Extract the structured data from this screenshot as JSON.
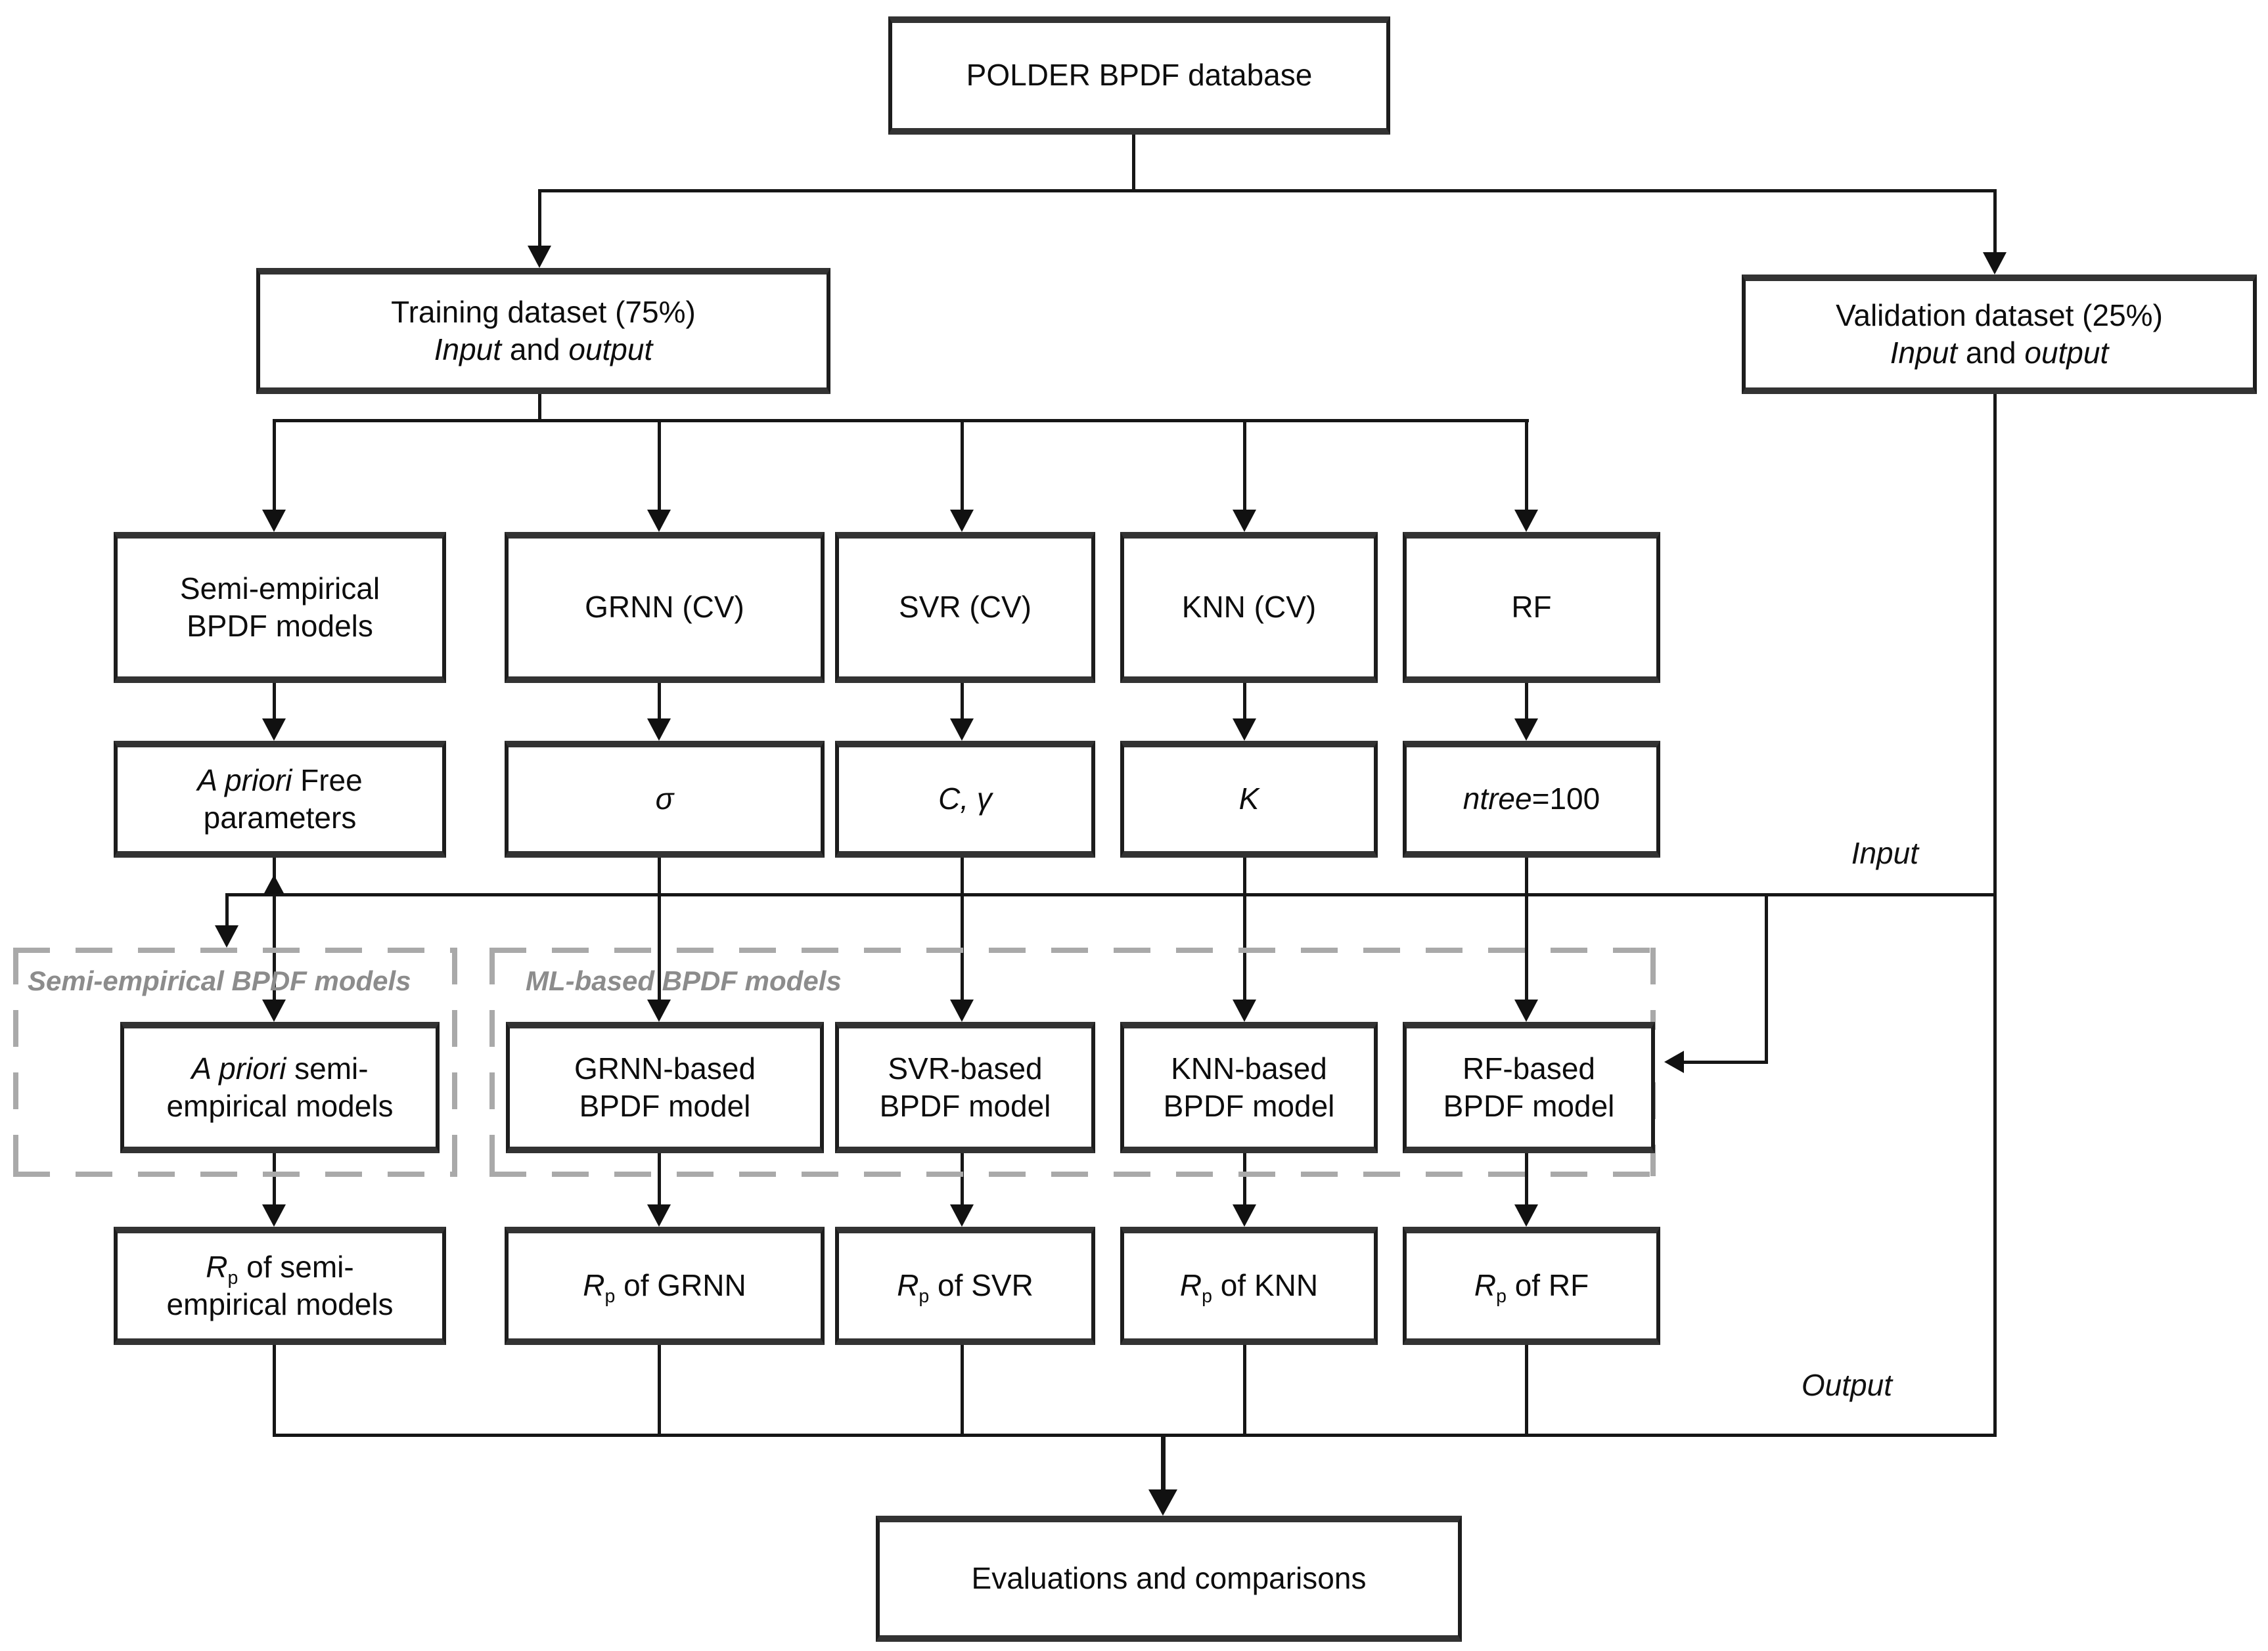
{
  "colors": {
    "line": "#161616",
    "box_border": "#2d2d2d",
    "dashed_border": "#a9a9a9",
    "group_label_gray": "#8c8c8c"
  },
  "nodes": {
    "polder": {
      "text": "POLDER BPDF database"
    },
    "training": {
      "line1": "Training dataset (75%)",
      "line2": [
        {
          "t": "Input"
        },
        {
          "t": " and "
        },
        {
          "t": "output"
        }
      ]
    },
    "validation": {
      "line1": "Validation dataset (25%)",
      "line2": [
        {
          "t": "Input"
        },
        {
          "t": " and "
        },
        {
          "t": "output"
        }
      ]
    },
    "methods": {
      "semi": {
        "line1": "Semi-empirical",
        "line2": "BPDF models"
      },
      "grnn": {
        "text": "GRNN (CV)"
      },
      "svr": {
        "text": "SVR (CV)"
      },
      "knn": {
        "text": "KNN (CV)"
      },
      "rf": {
        "text": "RF"
      }
    },
    "params": {
      "semi": {
        "line1": [
          {
            "t": "A priori"
          },
          {
            "t": " Free"
          }
        ],
        "line2": "parameters"
      },
      "grnn": {
        "text": "σ"
      },
      "svr": {
        "text": "C, γ"
      },
      "knn": {
        "text": "K"
      },
      "rf": [
        {
          "t": "ntree"
        },
        {
          "t": "=100"
        }
      ]
    },
    "models": {
      "semi": {
        "line1": [
          {
            "t": "A priori"
          },
          {
            "t": " semi-"
          }
        ],
        "line2": "empirical models"
      },
      "grnn": {
        "line1": "GRNN-based",
        "line2": "BPDF model"
      },
      "svr": {
        "line1": "SVR-based",
        "line2": "BPDF model"
      },
      "knn": {
        "line1": "KNN-based",
        "line2": "BPDF model"
      },
      "rf": {
        "line1": "RF-based",
        "line2": "BPDF model"
      }
    },
    "results": {
      "semi": {
        "r": "R",
        "sub": "p",
        "rest": " of semi-",
        "line2": "empirical models"
      },
      "grnn": {
        "r": "R",
        "sub": "p",
        "rest": " of GRNN"
      },
      "svr": {
        "r": "R",
        "sub": "p",
        "rest": " of SVR"
      },
      "knn": {
        "r": "R",
        "sub": "p",
        "rest": " of KNN"
      },
      "rf": {
        "r": "R",
        "sub": "p",
        "rest": " of RF"
      }
    },
    "evaluation": {
      "text": "Evaluations and comparisons"
    }
  },
  "labels": {
    "input": "Input",
    "output": "Output",
    "group_semi": "Semi-empirical BPDF models",
    "group_ml": "ML-based BPDF models"
  }
}
